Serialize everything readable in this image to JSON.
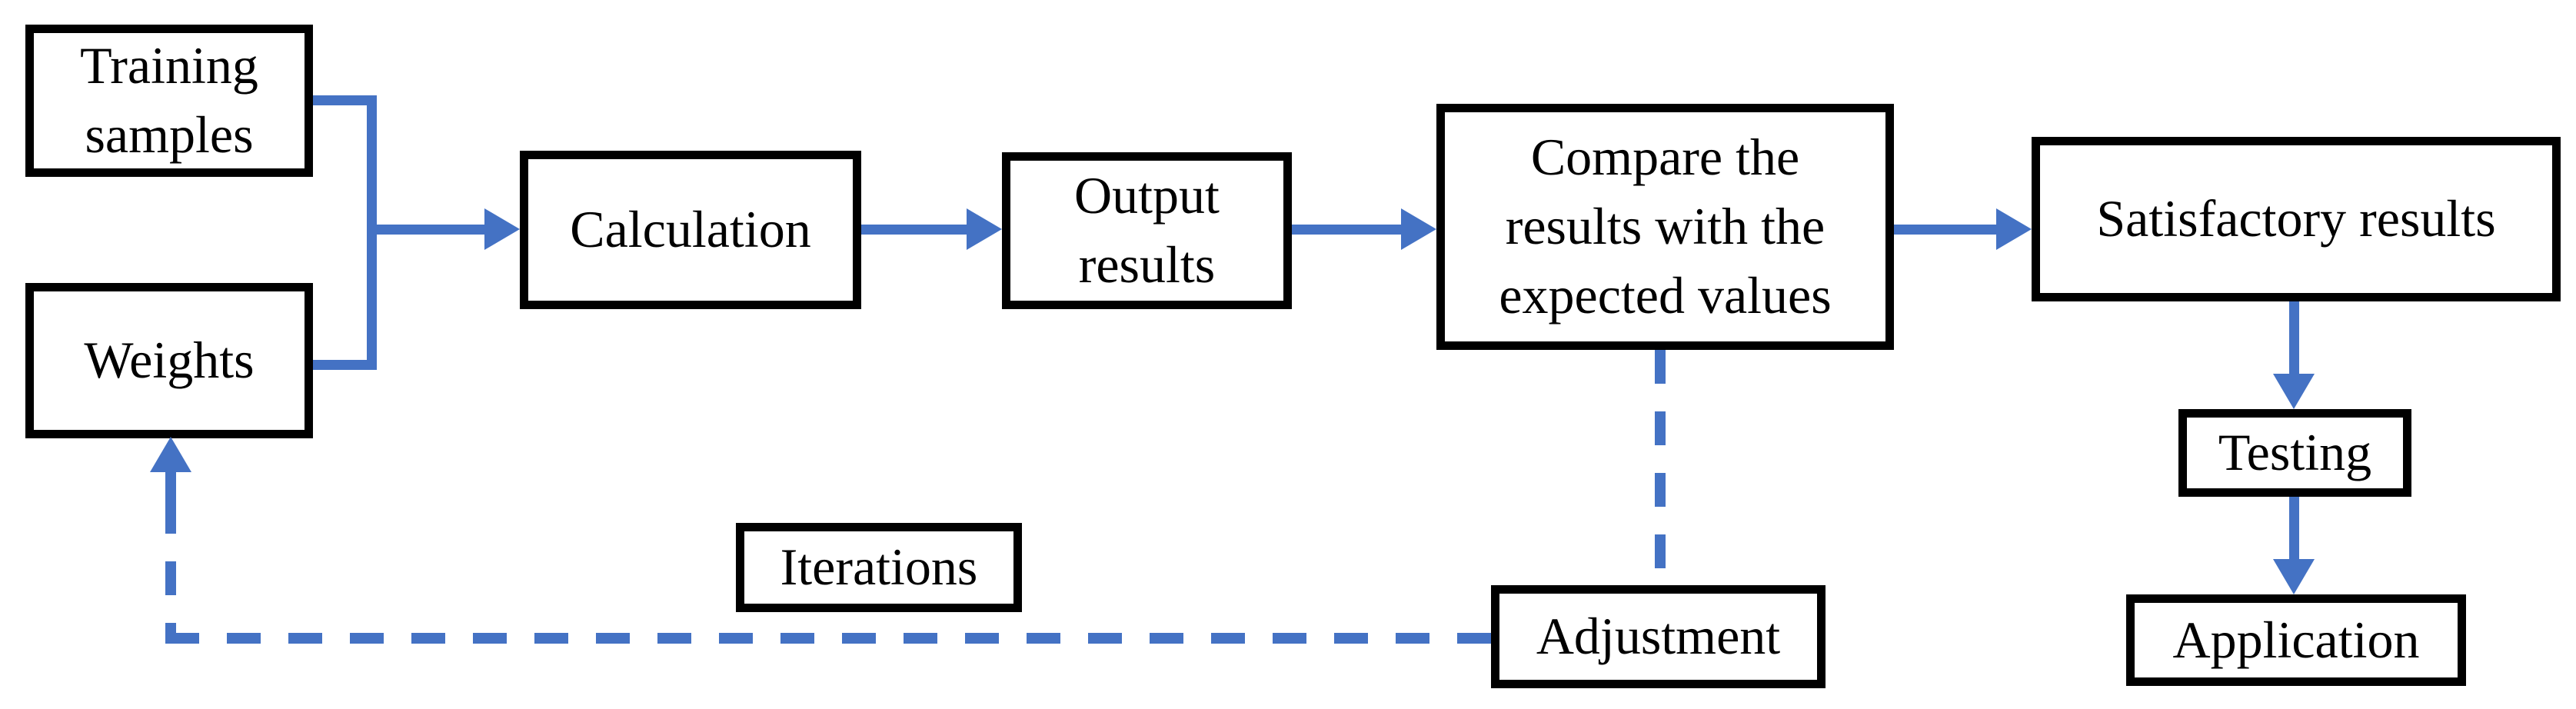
{
  "diagram": {
    "title": "Neural network training flowchart",
    "colors": {
      "accent": "#4472C4",
      "box_border": "#000000",
      "box_fill": "#ffffff",
      "text": "#000000",
      "background": "#ffffff"
    },
    "nodes": {
      "training_samples": {
        "label": "Training\nsamples"
      },
      "weights": {
        "label": "Weights"
      },
      "calculation": {
        "label": "Calculation"
      },
      "output_results": {
        "label": "Output\nresults"
      },
      "compare": {
        "label": "Compare the\nresults with the\nexpected values"
      },
      "satisfactory_results": {
        "label": "Satisfactory results"
      },
      "testing": {
        "label": "Testing"
      },
      "application": {
        "label": "Application"
      },
      "iterations": {
        "label": "Iterations"
      },
      "adjustment": {
        "label": "Adjustment"
      }
    },
    "edges": [
      {
        "from": "training_samples",
        "to": "calculation",
        "style": "solid-arrow"
      },
      {
        "from": "weights",
        "to": "calculation",
        "style": "solid-arrow"
      },
      {
        "from": "calculation",
        "to": "output_results",
        "style": "solid-arrow"
      },
      {
        "from": "output_results",
        "to": "compare",
        "style": "solid-arrow"
      },
      {
        "from": "compare",
        "to": "satisfactory_results",
        "style": "solid-arrow"
      },
      {
        "from": "satisfactory_results",
        "to": "testing",
        "style": "solid-arrow"
      },
      {
        "from": "testing",
        "to": "application",
        "style": "solid-arrow"
      },
      {
        "from": "compare",
        "to": "adjustment",
        "style": "dashed-line"
      },
      {
        "from": "adjustment",
        "to": "weights",
        "style": "dashed-arrow",
        "annotation": "iterations"
      }
    ]
  }
}
